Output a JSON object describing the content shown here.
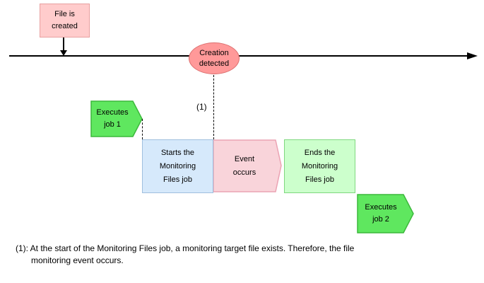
{
  "diagram": {
    "nodes": {
      "file_created": {
        "label": "File is\ncreated"
      },
      "creation_detected": {
        "label": "Creation\ndetected"
      },
      "executes_job1": {
        "label": "Executes\njob 1"
      },
      "starts_job": {
        "label": "Starts the\nMonitoring\nFiles job"
      },
      "event_occurs": {
        "label": "Event\noccurs"
      },
      "ends_job": {
        "label": "Ends the\nMonitoring\nFiles job"
      },
      "executes_job2": {
        "label": "Executes\njob 2"
      }
    },
    "annotations": {
      "ref_marker": "(1)",
      "footnote_line1": "(1): At the start of the Monitoring Files job, a monitoring target file exists. Therefore, the file",
      "footnote_line2": "monitoring event occurs."
    },
    "colors": {
      "pink_box_fill": "#FFCCCC",
      "pink_box_border": "#E89F9F",
      "ellipse_fill": "#FF9999",
      "ellipse_border": "#DD6F6F",
      "green_pentagon_fill": "#5FE75F",
      "green_pentagon_border": "#3CB83C",
      "blue_box_fill": "#D6E9FB",
      "blue_box_border": "#A0BFDE",
      "event_fill": "#F9D4DA",
      "event_border": "#EBA3B3",
      "green_box_fill": "#CCFFCC",
      "green_box_border": "#7FD87F",
      "line_color": "#000000"
    }
  }
}
